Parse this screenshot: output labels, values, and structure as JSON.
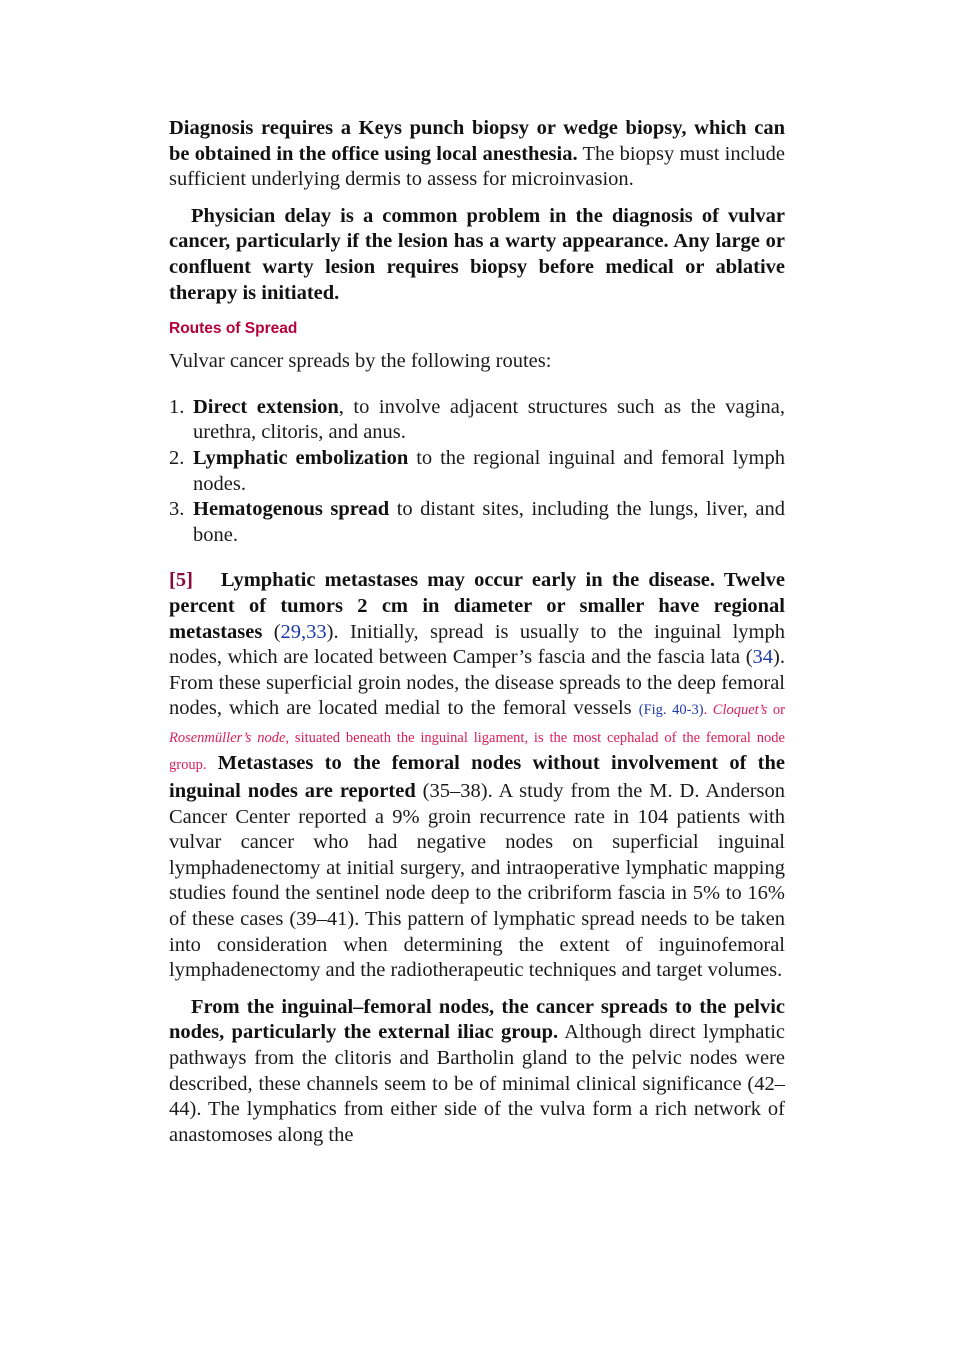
{
  "p1": {
    "bold": "Diagnosis requires a Keys punch biopsy or wedge biopsy, which can be obtained in the office using local anesthesia.",
    "rest": " The biopsy must include sufficient underlying dermis to assess for microinvasion."
  },
  "p2": {
    "bold": "Physician delay is a common problem in the diagnosis of vulvar cancer, particularly if the lesion has a warty appearance. Any large or confluent warty lesion requires biopsy before medical or ablative therapy is initiated."
  },
  "section_heading": "Routes of Spread",
  "intro": "Vulvar cancer spreads by the following routes:",
  "routes": [
    {
      "num": "1.",
      "bold": "Direct extension",
      "rest": ", to involve adjacent structures such as the vagina, urethra, clitoris, and anus."
    },
    {
      "num": "2.",
      "bold": "Lymphatic embolization",
      "rest": " to the regional inguinal and femoral lymph nodes."
    },
    {
      "num": "3.",
      "bold": "Hematogenous spread",
      "rest": " to distant sites, including the lungs, liver, and bone."
    }
  ],
  "p3": {
    "marker": "[5]",
    "bold1": "Lymphatic metastases may occur early in the disease. Twelve percent of tumors 2 cm in diameter or smaller have regional metastases",
    "t1": " (",
    "cite1": "29,33",
    "t2": "). Initially, spread is usually to the inguinal lymph nodes, which are located between Camper’s fascia and the fascia lata (",
    "cite2": "34",
    "t3": "). From these superficial groin nodes, the disease spreads to the deep femoral nodes, which are located medial to the femoral vessels ",
    "fig": "(Fig. 40-3)",
    "note_dot": ". ",
    "note_i1": "Cloquet’s",
    "note_or": " or ",
    "note_i2": "Rosenmüller’s node",
    "note_rest": ", situated beneath the inguinal ligament, is the most cephalad of the femoral node group.",
    "bold2": " Metastases to the femoral nodes without involvement of the inguinal nodes are reported",
    "t4": " (35–38). A study from the M. D. Anderson Cancer Center reported a 9% groin recurrence rate in 104 patients with vulvar cancer who had negative nodes on superficial inguinal lymphadenectomy at initial surgery, and intraoperative lymphatic mapping studies found the sentinel node deep to the cribriform fascia in 5% to 16% of these cases (39–41). This pattern of lymphatic spread needs to be taken into consideration when determining the extent of inguinofemoral lymphadenectomy and the radiotherapeutic techniques and target volumes."
  },
  "p4": {
    "bold": "From the inguinal–femoral nodes, the cancer spreads to the pelvic nodes, particularly the external iliac group.",
    "rest": " Although direct lymphatic pathways from the clitoris and Bartholin gland to the pelvic nodes were described, these channels seem to be of minimal clinical significance (42–44). The lymphatics from either side of the vulva form a rich network of anastomoses along the"
  }
}
